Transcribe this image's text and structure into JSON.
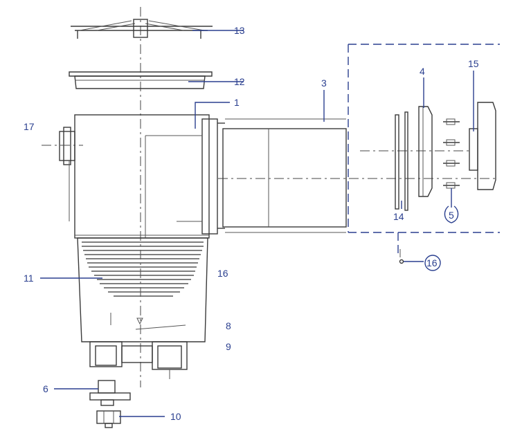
{
  "diagram": {
    "labels": {
      "l1": "1",
      "l3": "3",
      "l4": "4",
      "l5": "5",
      "l6": "6",
      "l8": "8",
      "l9": "9",
      "l10": "10",
      "l11": "11",
      "l12": "12",
      "l13": "13",
      "l14": "14",
      "l15": "15",
      "l16a": "16",
      "l16b": "16",
      "l17": "17"
    },
    "colors": {
      "label": "#2a3f8f",
      "line": "#3a3a3a",
      "background": "#ffffff"
    }
  }
}
